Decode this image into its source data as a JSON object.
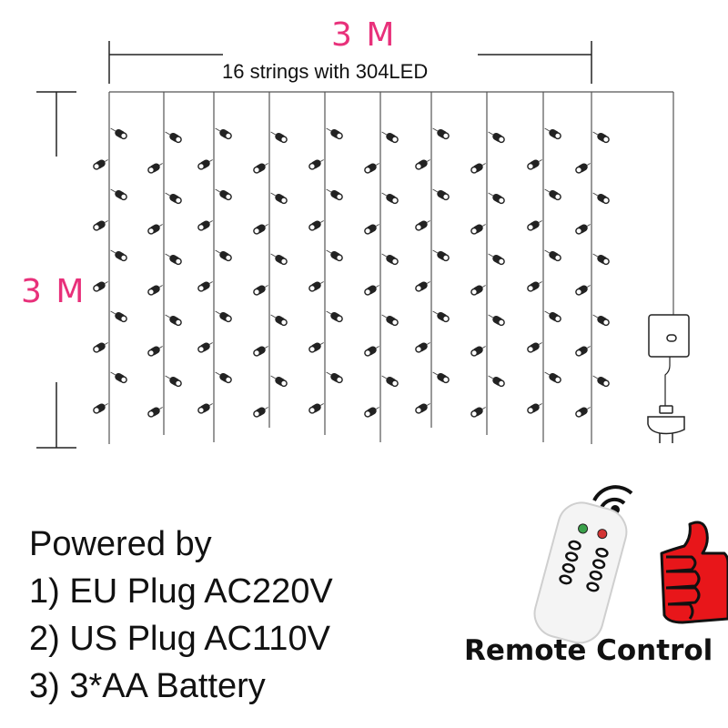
{
  "width_label": "3 M",
  "height_label": "3 M",
  "strings_label": "16 strings with 304LED",
  "power": {
    "title": "Powered by",
    "options": [
      "1) EU Plug AC220V",
      "2) US Plug AC110V",
      "3) 3*AA Battery"
    ]
  },
  "remote_label": "Remote Control",
  "colors": {
    "accent": "#e8307a",
    "thumb": "#e8161a",
    "led": "#222222"
  },
  "icons": [
    "curtain-light-diagram",
    "controller-box-icon",
    "plug-icon",
    "remote-control-icon",
    "thumbs-up-icon"
  ]
}
